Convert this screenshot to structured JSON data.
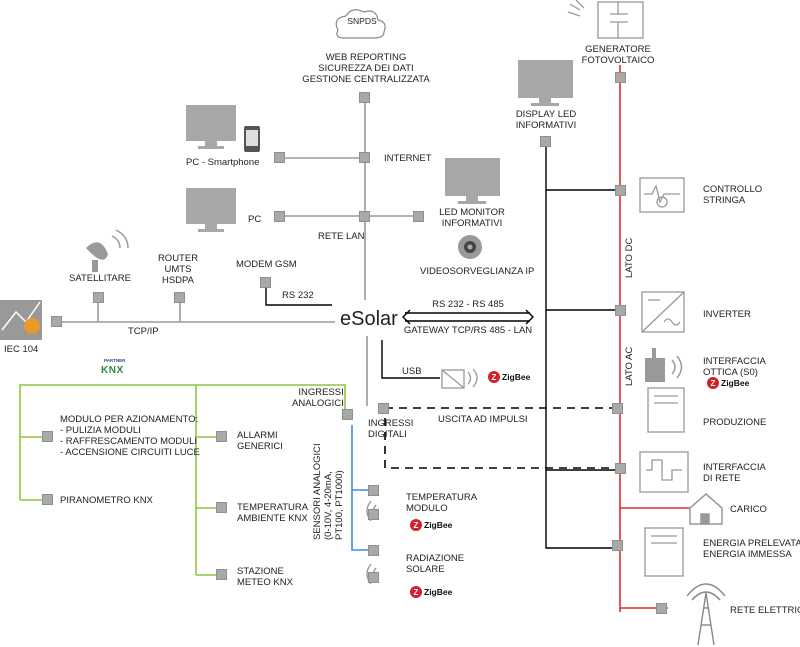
{
  "colors": {
    "line_gray": "#9a9a9a",
    "line_black": "#000000",
    "line_red": "#d83030",
    "line_green": "#8cc63f",
    "line_blue": "#3a8fd8",
    "node_gray": "#a9a9a9"
  },
  "icons": [
    "cloud-icon",
    "monitor-icon",
    "smartphone-icon",
    "satellite-dish-icon",
    "camera-icon",
    "solar-panel-icon",
    "inverter-icon",
    "meter-icon",
    "house-icon",
    "transmission-tower-icon",
    "sensor-icon",
    "optical-interface-icon"
  ],
  "labels": {
    "snpds": "SNPDS",
    "web_reporting": [
      "WEB REPORTING",
      "SICUREZZA DEI DATI",
      "GESTIONE CENTRALIZZATA"
    ],
    "internet": "INTERNET",
    "pc_smartphone": "PC - Smartphone",
    "pc": "PC",
    "rete_lan": "RETE LAN",
    "led_monitor": [
      "LED MONITOR",
      "INFORMATIVI"
    ],
    "videosorveglianza": "VIDEOSORVEGLIANZA IP",
    "display_led": [
      "DISPLAY LED",
      "INFORMATIVI"
    ],
    "generatore": [
      "GENERATORE",
      "FOTOVOLTAICO"
    ],
    "controllo_stringa": [
      "CONTROLLO",
      "STRINGA"
    ],
    "lato_dc": "LATO DC",
    "lato_ac": "LATO AC",
    "inverter": "INVERTER",
    "interfaccia_ottica": [
      "INTERFACCIA",
      "OTTICA (S0)"
    ],
    "produzione": "PRODUZIONE",
    "interfaccia_rete": [
      "INTERFACCIA",
      "DI RETE"
    ],
    "carico": "CARICO",
    "energia": [
      "ENERGIA PRELEVATA",
      "ENERGIA IMMESSA"
    ],
    "rete_elettrica": "RETE ELETTRICA",
    "satellitare": "SATELLITARE",
    "router": [
      "ROUTER",
      "UMTS",
      "HSDPA"
    ],
    "modem_gsm": "MODEM GSM",
    "rs232": "RS 232",
    "tcp_ip": "TCP/IP",
    "iec104": "IEC 104",
    "esolar": "eSolar",
    "rs232_rs485": "RS 232 - RS 485",
    "gateway": "GATEWAY TCP/RS 485 - LAN",
    "usb": "USB",
    "zigbee": "ZigBee",
    "ingressi_analogici": [
      "INGRESSI",
      "ANALOGICI"
    ],
    "ingressi_digitali": [
      "INGRESSI",
      "DIGITALI"
    ],
    "uscita_impulsi": "USCITA AD IMPULSI",
    "knx_partner": "PARTNER",
    "knx": "KNX",
    "modulo_azionamento": [
      "MODULO PER AZIONAMENTO:",
      "- PULIZIA MODULI",
      "- RAFFRESCAMENTO MODULI",
      "- ACCENSIONE CIRCUITI LUCE"
    ],
    "allarmi": [
      "ALLARMI",
      "GENERICI"
    ],
    "piranometro": "PIRANOMETRO KNX",
    "temperatura_ambiente": [
      "TEMPERATURA",
      "AMBIENTE KNX"
    ],
    "stazione_meteo": [
      "STAZIONE",
      "METEO KNX"
    ],
    "sensori_analogici": [
      "SENSORI ANALOGICI",
      "(0-10V, 4-20mA,",
      "PT100, PT1000)"
    ],
    "temperatura_modulo": [
      "TEMPERATURA",
      "MODULO"
    ],
    "radiazione_solare": [
      "RADIAZIONE",
      "SOLARE"
    ]
  }
}
